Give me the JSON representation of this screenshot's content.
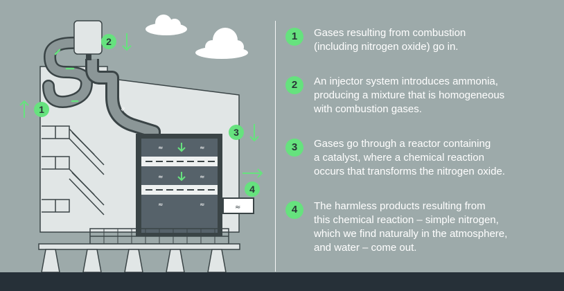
{
  "colors": {
    "background": "#9daaaa",
    "accent_green": "#66e27e",
    "building": "#e1e6e6",
    "outline": "#3a4446",
    "reactor_dark": "#56626a",
    "ground": "#263038",
    "text": "#ffffff"
  },
  "diagram": {
    "badges": [
      {
        "number": "1",
        "arrow": "up"
      },
      {
        "number": "2",
        "arrow": "down"
      },
      {
        "number": "3",
        "arrow": "down"
      },
      {
        "number": "4",
        "arrow": "right"
      }
    ]
  },
  "steps": [
    {
      "number": "1",
      "text": "Gases resulting from combustion\n(including nitrogen oxide) go in."
    },
    {
      "number": "2",
      "text": "An injector system introduces ammonia,\nproducing a mixture that is homogeneous\nwith combustion gases."
    },
    {
      "number": "3",
      "text": "Gases go through a reactor containing\na catalyst, where a chemical reaction\noccurs that transforms the nitrogen oxide."
    },
    {
      "number": "4",
      "text": "The harmless products resulting from\nthis chemical reaction – simple nitrogen,\nwhich we find naturally in the atmosphere,\nand water – come out."
    }
  ]
}
